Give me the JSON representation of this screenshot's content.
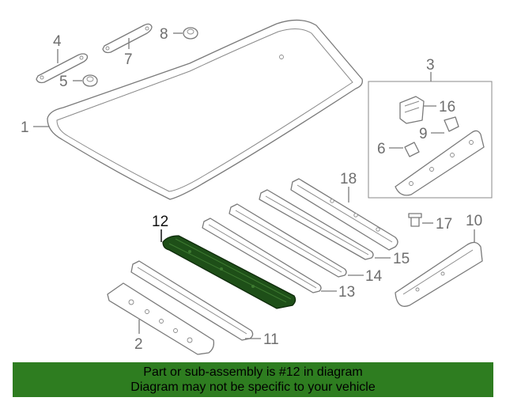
{
  "diagram": {
    "callouts": {
      "c1": "1",
      "c2": "2",
      "c3": "3",
      "c4": "4",
      "c5": "5",
      "c6": "6",
      "c7": "7",
      "c8": "8",
      "c9": "9",
      "c10": "10",
      "c11": "11",
      "c12": "12",
      "c13": "13",
      "c14": "14",
      "c15": "15",
      "c16": "16",
      "c17": "17",
      "c18": "18"
    },
    "highlight_color": "#1e4f18",
    "callout_color": "#6e6e6e"
  },
  "banner": {
    "line1": "Part or sub-assembly is #12 in diagram",
    "line2": "Diagram may not be specific to your vehicle",
    "background": "#2e7d20"
  }
}
